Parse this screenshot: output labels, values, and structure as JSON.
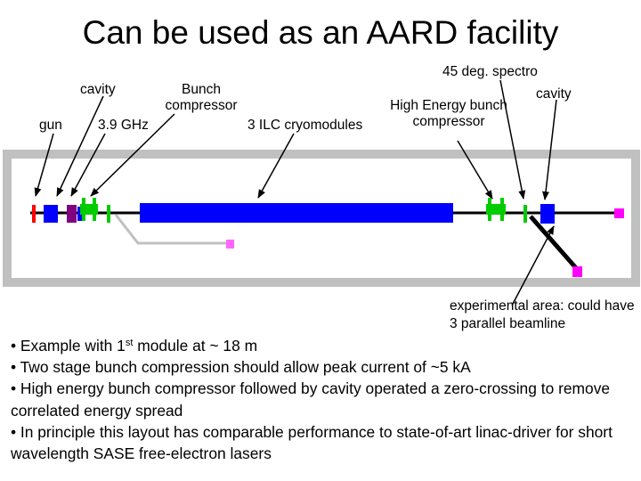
{
  "title": "Can be used as an AARD facility",
  "labels": {
    "gun": "gun",
    "cavity_left": "cavity",
    "ghz": "3.9 GHz",
    "bunch_compressor": "Bunch compressor",
    "cryomodules": "3 ILC cryomodules",
    "spectro": "45 deg. spectro",
    "cavity_right": "cavity",
    "he_bunch_compressor": "High Energy bunch compressor",
    "experimental_area": "experimental area: could have 3 parallel beamline"
  },
  "bullets": [
    {
      "pre": "• Example with 1",
      "sup": "st",
      "post": " module at ~ 18 m"
    },
    {
      "pre": "• Two stage bunch compression should allow peak current of ~5 kA",
      "sup": "",
      "post": ""
    },
    {
      "pre": "• High energy bunch compressor followed by cavity operated a zero-crossing to remove correlated energy spread",
      "sup": "",
      "post": ""
    },
    {
      "pre": "• In principle this layout has comparable performance to state-of-art linac-driver for short wavelength SASE free-electron lasers",
      "sup": "",
      "post": ""
    }
  ],
  "colors": {
    "frame": "#c0c0c0",
    "cryomodule": "#0000ff",
    "gun": "#ff0000",
    "cavity": "#800080",
    "compressor": "#00cc00",
    "dump": "#ff00ff",
    "beamline": "#000000"
  }
}
